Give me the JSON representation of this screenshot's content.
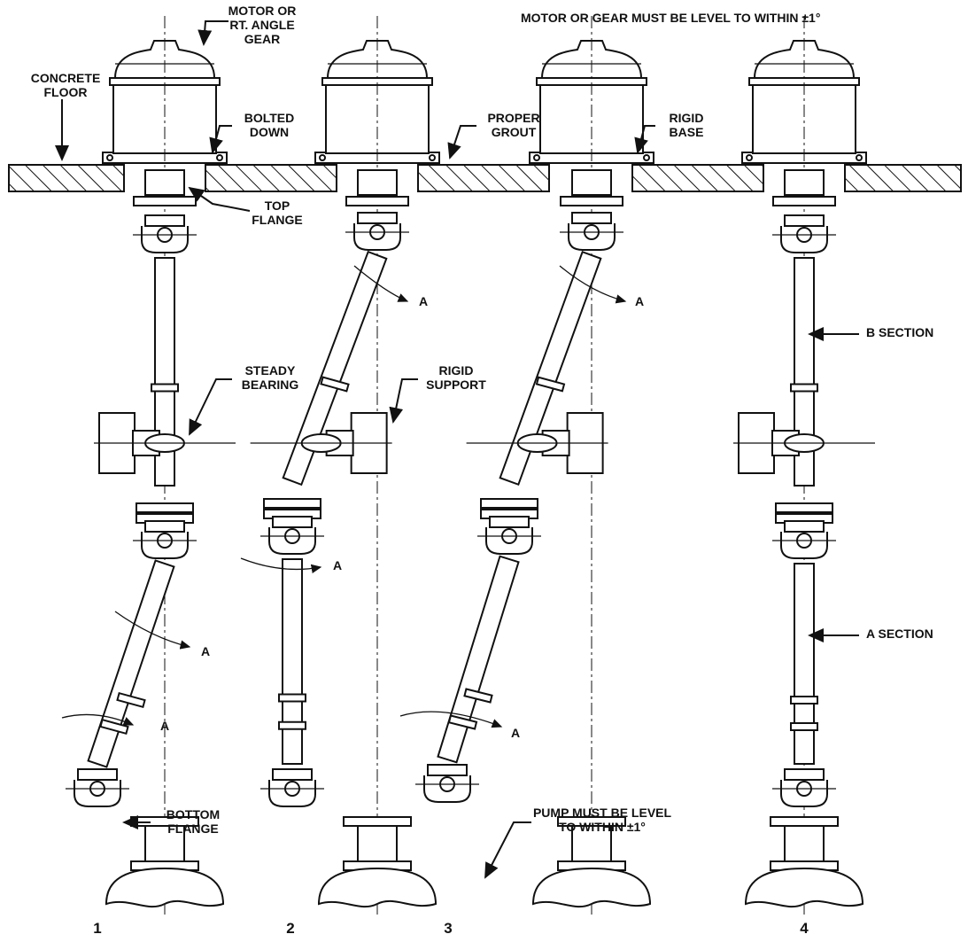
{
  "labels": {
    "motor_or_gear": "MOTOR OR\nRT. ANGLE\nGEAR",
    "level_note_top": "MOTOR OR GEAR MUST BE LEVEL TO WITHIN ±1°",
    "concrete_floor": "CONCRETE\nFLOOR",
    "bolted_down": "BOLTED\nDOWN",
    "proper_grout": "PROPER\nGROUT",
    "rigid_base": "RIGID\nBASE",
    "top_flange": "TOP\nFLANGE",
    "steady_bearing": "STEADY\nBEARING",
    "rigid_support": "RIGID\nSUPPORT",
    "b_section": "B SECTION",
    "a_section": "A SECTION",
    "bottom_flange": "BOTTOM\nFLANGE",
    "pump_level_note": "PUMP MUST BE LEVEL\nTO WITHIN ±1°",
    "angle_a": "A"
  },
  "arrangements": [
    "1",
    "2",
    "3",
    "4"
  ]
}
